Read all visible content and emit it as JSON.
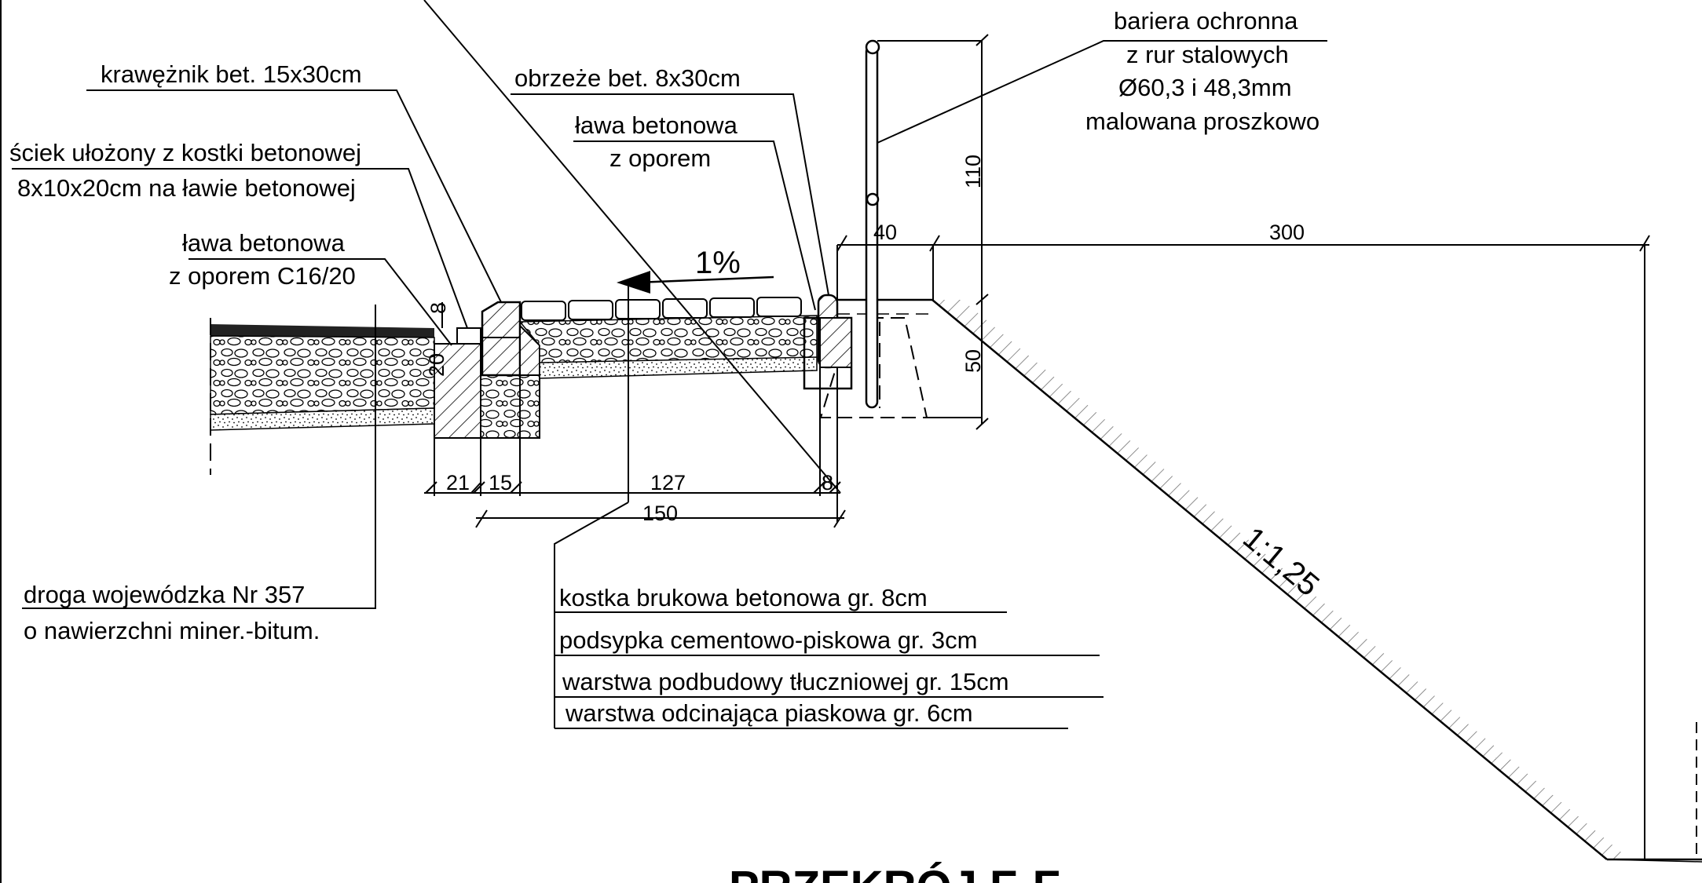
{
  "labels": {
    "krawleznik": "krawężnik bet. 15x30cm",
    "sciek_1": "ściek ułożony z kostki betonowej",
    "sciek_2": "8x10x20cm na ławie betonowej",
    "lawa_left_1": "ława betonowa",
    "lawa_left_2": "z oporem C16/20",
    "obrzeze": "obrzeże bet. 8x30cm",
    "lawa_mid_1": "ława betonowa",
    "lawa_mid_2": "z oporem",
    "bariera_1": "bariera ochronna",
    "bariera_2": "z rur stalowych",
    "bariera_3": "Ø60,3 i 48,3mm",
    "bariera_4": "malowana proszkowo",
    "droga_1": "droga wojewódzka Nr 357",
    "droga_2": "o nawierzchni miner.-bitum.",
    "layer_1": "kostka brukowa betonowa gr. 8cm",
    "layer_2": "podsypka cementowo-piskowa gr. 3cm",
    "layer_3": "warstwa podbudowy tłuczniowej gr. 15cm",
    "layer_4": "warstwa odcinająca piaskowa gr. 6cm",
    "slope_pct": "1%",
    "embankment_slope": "1:1,25",
    "title": "PRZEKRÓJ F-F"
  },
  "dimensions": {
    "d8_vertical": "8",
    "d20": "20",
    "d21": "21",
    "d15": "15",
    "d127": "127",
    "d8": "8",
    "d150": "150",
    "d40": "40",
    "d300": "300",
    "d110": "110",
    "d50": "50"
  }
}
